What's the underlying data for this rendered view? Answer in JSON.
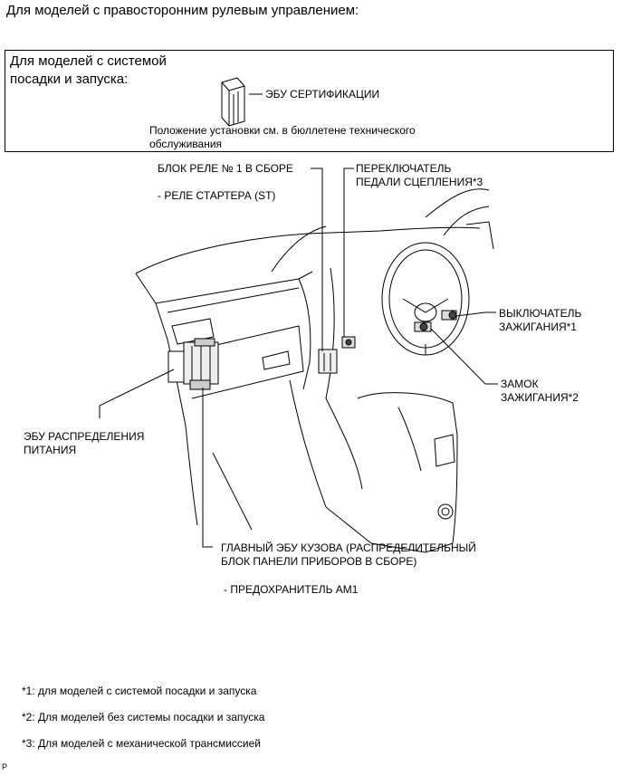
{
  "heading": "Для моделей с правосторонним рулевым управлением:",
  "inset": {
    "label_line1": "Для моделей с системой",
    "label_line2": "посадки и запуска:",
    "ecu_label": "ЭБУ СЕРТИФИКАЦИИ",
    "note_line1": "Положение установки см. в бюллетене технического",
    "note_line2": "обслуживания"
  },
  "callouts": {
    "relay_block": "БЛОК РЕЛЕ № 1 В СБОРЕ",
    "starter_relay": "- РЕЛЕ СТАРТЕРА (ST)",
    "clutch_switch_line1": "ПЕРЕКЛЮЧАТЕЛЬ",
    "clutch_switch_line2": "ПЕДАЛИ СЦЕПЛЕНИЯ*3",
    "ignition_switch_line1": "ВЫКЛЮЧАТЕЛЬ",
    "ignition_switch_line2": "ЗАЖИГАНИЯ*1",
    "ignition_lock_line1": "ЗАМОК",
    "ignition_lock_line2": "ЗАЖИГАНИЯ*2",
    "power_ecu_line1": "ЭБУ РАСПРЕДЕЛЕНИЯ",
    "power_ecu_line2": "ПИТАНИЯ",
    "body_ecu_line1": "ГЛАВНЫЙ ЭБУ КУЗОВА (РАСПРЕДЕЛИТЕЛЬНЫЙ",
    "body_ecu_line2": "БЛОК ПАНЕЛИ ПРИБОРОВ В СБОРЕ)",
    "fuse_am1": "- ПРЕДОХРАНИТЕЛЬ AM1"
  },
  "footnotes": [
    "*1: для моделей с системой посадки и запуска",
    "*2: Для моделей без системы посадки и запуска",
    "*3: Для моделей с механической трансмиссией"
  ],
  "page_marker": "P"
}
